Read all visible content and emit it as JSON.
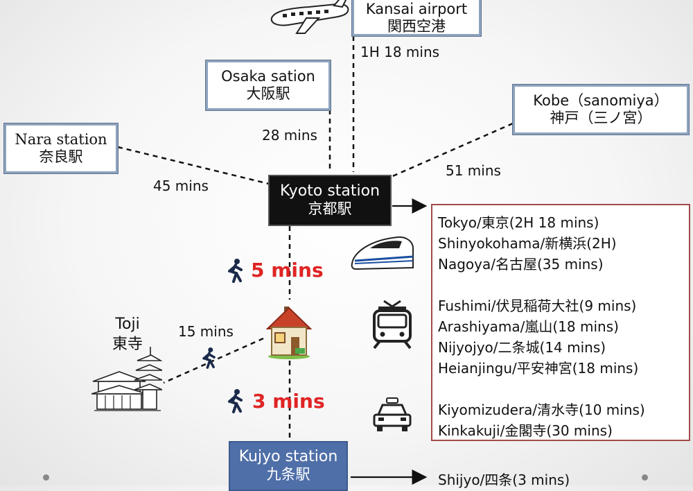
{
  "stations": {
    "kansai": {
      "en": "Kansai airport",
      "jp": "関西空港"
    },
    "osaka": {
      "en": "Osaka sation",
      "jp": "大阪駅"
    },
    "kobe": {
      "en": "Kobe（sanomiya）",
      "jp": "神戸（三ノ宮）"
    },
    "nara": {
      "en": "Nara station",
      "jp": "奈良駅"
    },
    "kyoto": {
      "en": "Kyoto station",
      "jp": "京都駅"
    },
    "kujyo": {
      "en": "Kujyo station",
      "jp": "九条駅"
    },
    "toji": {
      "en": "Toji",
      "jp": "東寺"
    }
  },
  "times": {
    "kansai": "1H 18 mins",
    "osaka": "28 mins",
    "kobe": "51 mins",
    "nara": "45 mins",
    "toji": "15 mins"
  },
  "walk": {
    "to_kyoto": "5 mins",
    "to_kujyo": "3 mins"
  },
  "destinations": {
    "shinkansen": [
      "Tokyo/東京(2H 18 mins)",
      "Shinyokohama/新横浜(2H)",
      "Nagoya/名古屋(35 mins)"
    ],
    "train": [
      "Fushimi/伏見稲荷大社(9 mins)",
      "Arashiyama/嵐山(18 mins)",
      "Nijyojyo/二条城(14 mins)",
      "Heianjingu/平安神宮(18 mins)"
    ],
    "taxi": [
      "Kiyomizudera/清水寺(10 mins)",
      "Kinkakuji/金閣寺(30 mins)"
    ]
  },
  "kujyo_destination": "Shijyo/四条(3 mins)",
  "icons": {
    "airplane": "airplane-icon",
    "shinkansen": "bullet-train-icon",
    "tram": "tram-icon",
    "taxi": "taxi-icon",
    "house": "house-icon",
    "walker": "walking-person-icon",
    "temple": "pagoda-icon"
  },
  "colors": {
    "walk_time": "#e02424",
    "box_border": "#8ea3bd",
    "kyoto_box": "#111111",
    "kujyo_box": "#4f6fa8",
    "destinations_border": "#a34a4a"
  }
}
